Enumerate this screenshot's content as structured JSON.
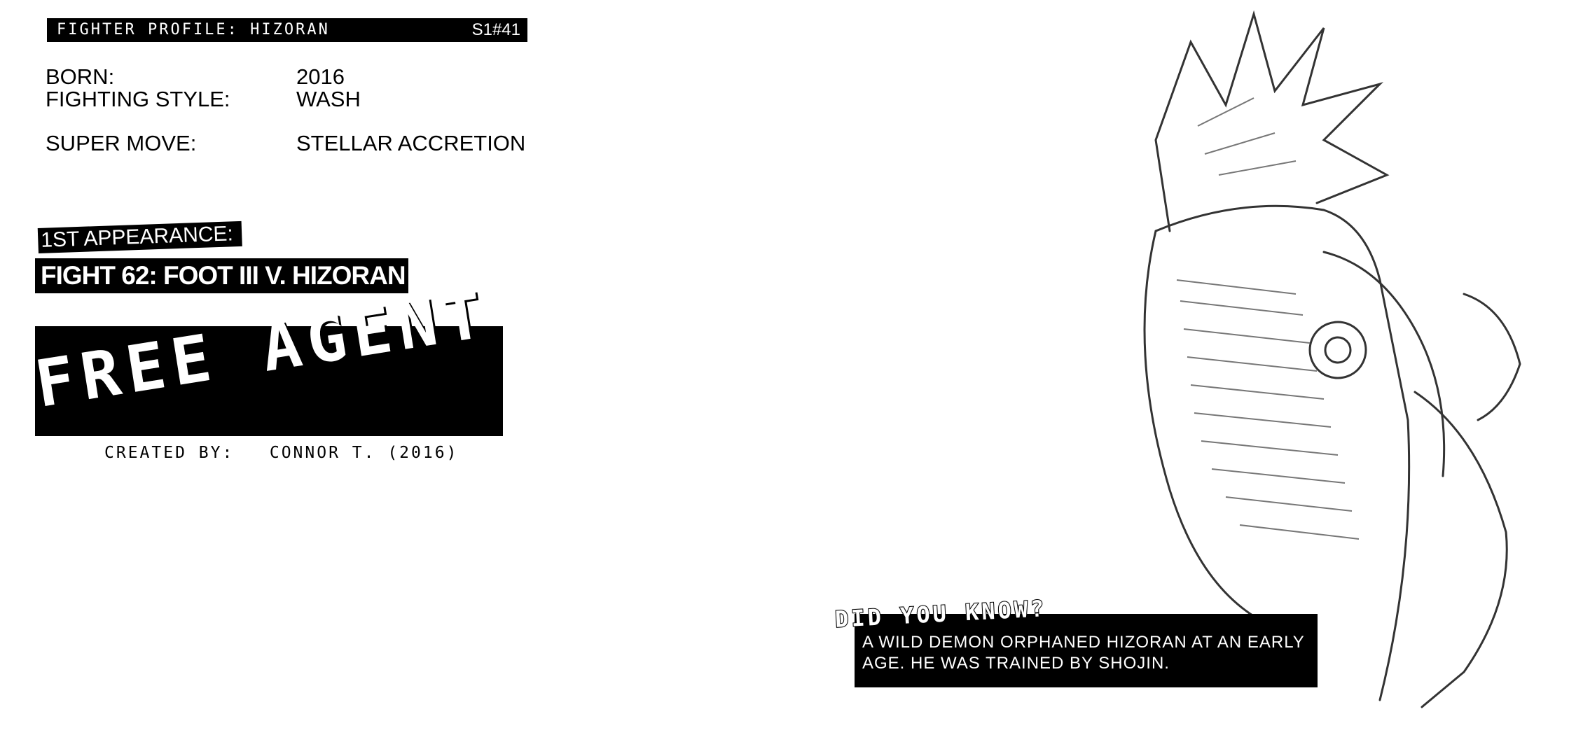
{
  "header": {
    "title": "FIGHTER PROFILE: HIZORAN",
    "number": "S1#41"
  },
  "profile": {
    "born_label": "BORN:",
    "born": "2016",
    "style_label": "FIGHTING STYLE:",
    "style": "WASH",
    "super_label": "SUPER MOVE:",
    "super": "STELLAR ACCRETION"
  },
  "appearance": {
    "label": "1ST APPEARANCE:",
    "fight": "FIGHT 62: FOOT III V. HIZORAN"
  },
  "status": "FREE AGENT",
  "credit": "CREATED BY:   CONNOR T. (2016)",
  "trivia": {
    "title": "DID YOU KNOW?",
    "body": "A WILD DEMON ORPHANED HIZORAN AT AN EARLY AGE. HE WAS TRAINED BY SHOJIN."
  }
}
